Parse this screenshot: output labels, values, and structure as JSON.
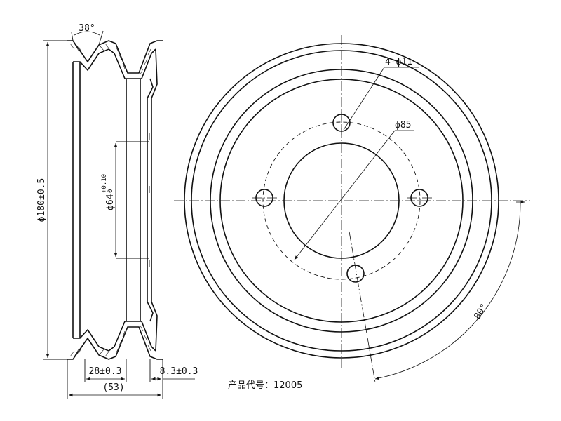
{
  "drawing": {
    "side_view": {
      "angle_label": "38°",
      "diameter_label": "ϕ180±0.5",
      "bore_label": "ϕ64",
      "bore_tol_upper": "+0.10",
      "bore_tol_lower": "0",
      "width_label": "28±0.3",
      "offset_label": "8.3±0.3",
      "total_label": "(53)"
    },
    "front_view": {
      "holes_label": "4-ϕ11",
      "pcd_label": "ϕ85",
      "angle_label": "80°"
    },
    "caption": "产品代号：12005"
  }
}
